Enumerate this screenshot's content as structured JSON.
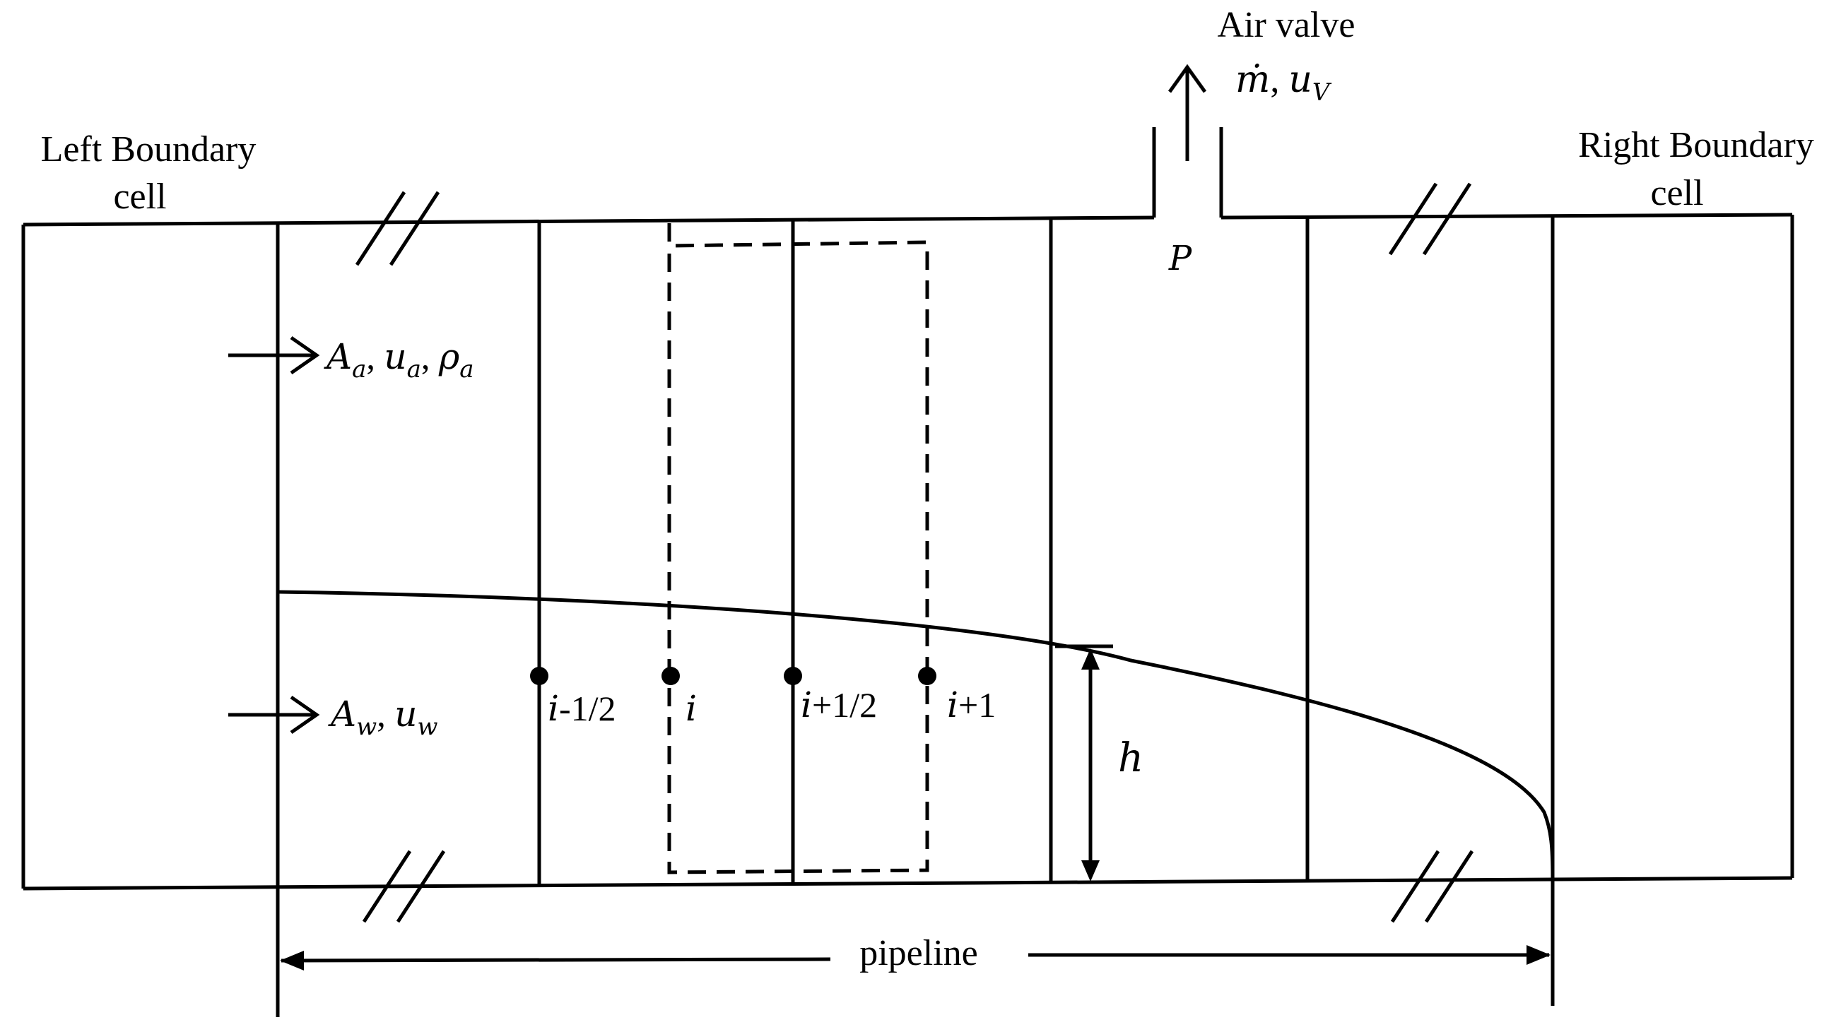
{
  "labels": {
    "left_boundary_line1": "Left Boundary",
    "left_boundary_line2": "cell",
    "right_boundary_line1": "Right Boundary",
    "right_boundary_line2": "cell",
    "air_valve": "Air valve",
    "valve_flow_m": "ṁ",
    "valve_flow_sep": ", ",
    "valve_flow_u": "u",
    "valve_flow_u_sub": "V",
    "pressure": "P",
    "pipeline": "pipeline",
    "depth": "h"
  },
  "air_inflow": {
    "A": "A",
    "A_sub": "a",
    "u": "u",
    "u_sub": "a",
    "rho": "ρ",
    "rho_sub": "a",
    "sep": ", "
  },
  "water_inflow": {
    "A": "A",
    "A_sub": "w",
    "u": "u",
    "u_sub": "w",
    "sep": ", "
  },
  "nodes": {
    "i_minus_half_var": "i",
    "i_minus_half_rest": "-1/2",
    "i_var": "i",
    "i_plus_half_var": "i",
    "i_plus_half_rest": "+1/2",
    "i_plus_one_var": "i",
    "i_plus_one_rest": "+1"
  }
}
